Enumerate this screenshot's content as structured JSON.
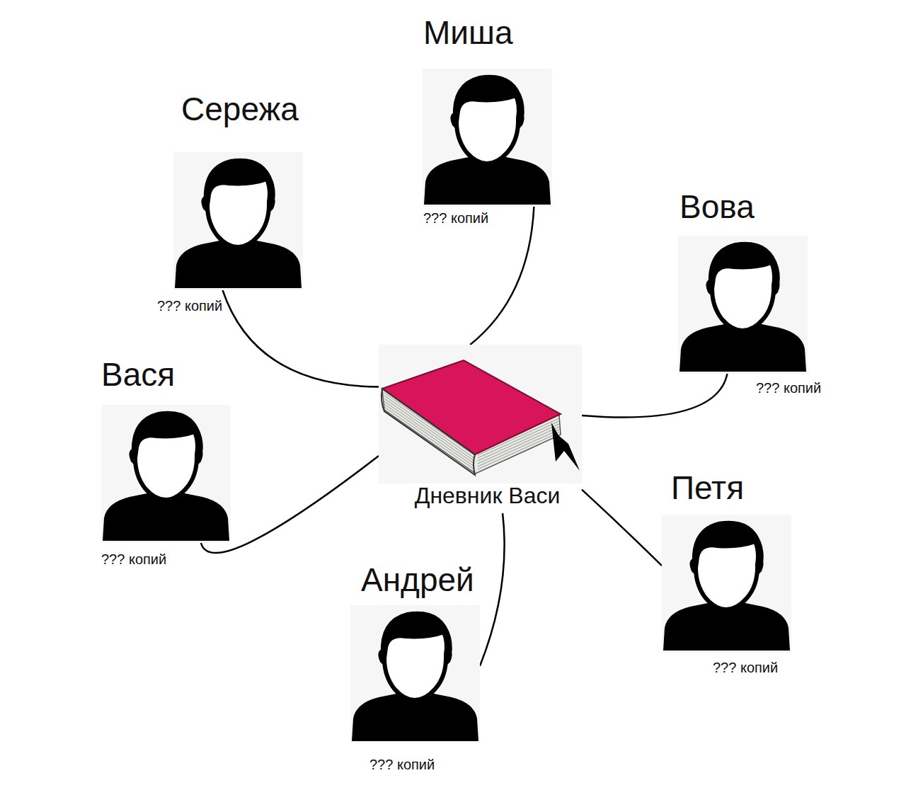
{
  "diagram": {
    "nodes": [
      {
        "text": [
          "Миша",
          "??? копий"
        ]
      },
      {
        "text": [
          "Сережа",
          "??? копий"
        ]
      },
      {
        "text": [
          "Вова",
          "??? копий"
        ]
      },
      {
        "text": [
          "Вася",
          "??? копий"
        ]
      },
      {
        "text": [
          "Дневник Васи"
        ]
      },
      {
        "text": [
          "Петя",
          "??? копий"
        ]
      },
      {
        "text": [
          "Андрей",
          "??? копий"
        ]
      }
    ],
    "edges": [
      {
        "from": 4,
        "to": 0,
        "arrow": "none"
      },
      {
        "from": 4,
        "to": 1,
        "arrow": "none"
      },
      {
        "from": 4,
        "to": 2,
        "arrow": "none"
      },
      {
        "from": 4,
        "to": 3,
        "arrow": "none"
      },
      {
        "from": 4,
        "to": 6,
        "arrow": "none"
      },
      {
        "from": 4,
        "to": 5,
        "arrow": "none"
      }
    ]
  }
}
